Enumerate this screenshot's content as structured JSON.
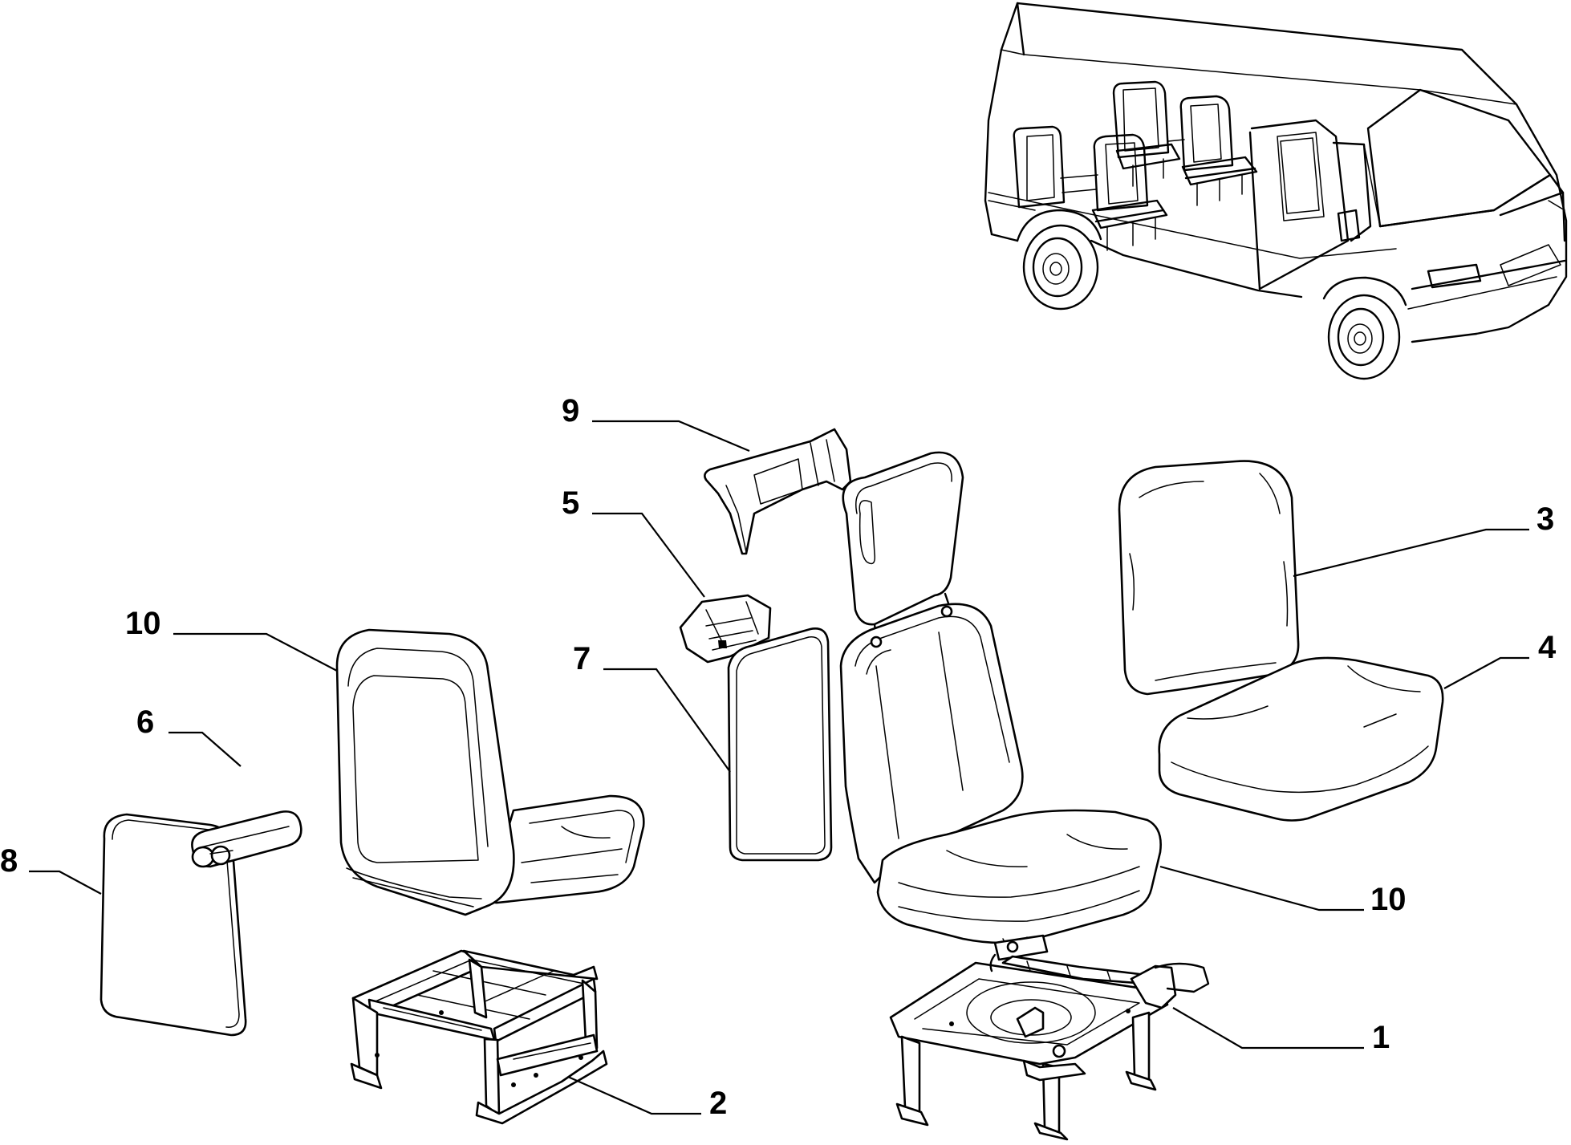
{
  "diagram": {
    "callouts": [
      {
        "id": "c9",
        "label": "9"
      },
      {
        "id": "c5",
        "label": "5"
      },
      {
        "id": "c10a",
        "label": "10"
      },
      {
        "id": "c6",
        "label": "6"
      },
      {
        "id": "c7",
        "label": "7"
      },
      {
        "id": "c8",
        "label": "8"
      },
      {
        "id": "c3",
        "label": "3"
      },
      {
        "id": "c4",
        "label": "4"
      },
      {
        "id": "c10b",
        "label": "10"
      },
      {
        "id": "c1",
        "label": "1"
      },
      {
        "id": "c2",
        "label": "2"
      }
    ]
  }
}
